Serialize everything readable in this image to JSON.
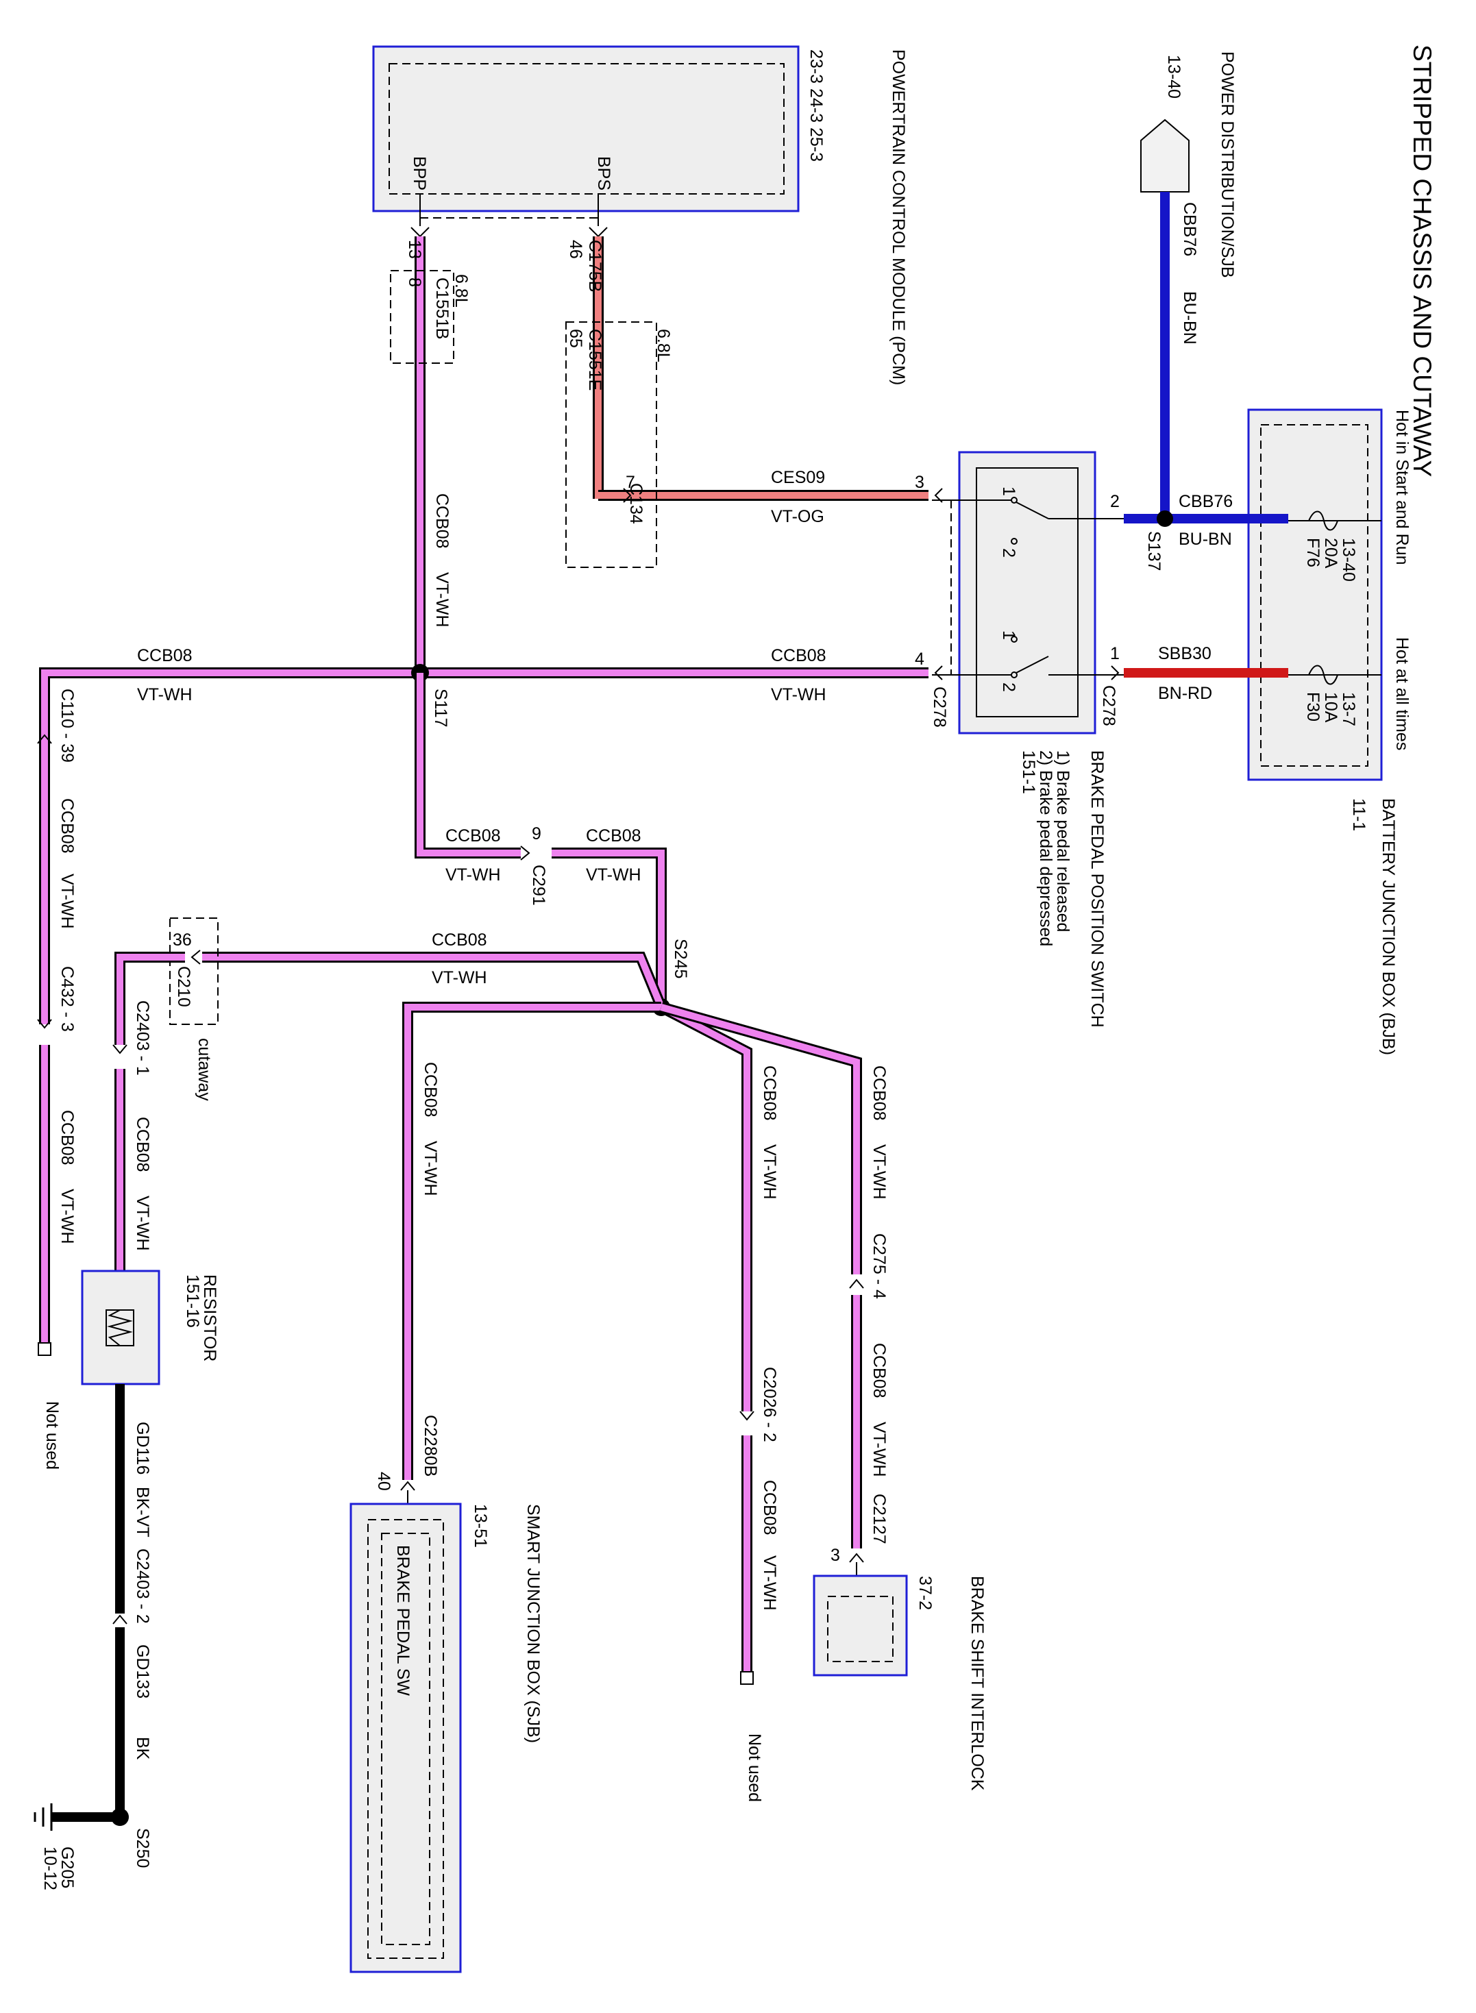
{
  "title": "STRIPPED CHASSIS AND CUTAWAY",
  "components": {
    "pcm": {
      "name": "POWERTRAIN CONTROL MODULE (PCM)",
      "refs": "23-3   24-3   25-3",
      "pin_bpp": "BPP",
      "pin_bps": "BPS"
    },
    "power_dist": {
      "name": "POWER DISTRIBUTION/SJB",
      "ref": "13-40"
    },
    "bjb": {
      "name": "BATTERY JUNCTION BOX (BJB)",
      "ref": "11-1",
      "hot_start_run": "Hot in Start and Run",
      "hot_all": "Hot at all times",
      "f76": "F76",
      "f76_amp": "20A",
      "f76_ref": "13-40",
      "f30": "F30",
      "f30_amp": "10A",
      "f30_ref": "13-7"
    },
    "bpps": {
      "name": "BRAKE PEDAL POSITION SWITCH",
      "note1": "1) Brake pedal released",
      "note2": "2) Brake pedal depressed",
      "ref": "151-1"
    },
    "resistor": {
      "name": "RESISTOR",
      "ref": "151-16"
    },
    "sjb": {
      "name": "SMART JUNCTION BOX (SJB)",
      "ref": "13-51",
      "inner": "BRAKE PEDAL SW"
    },
    "bsi": {
      "name": "BRAKE SHIFT INTERLOCK",
      "ref": "37-2"
    },
    "ground": {
      "name": "G205",
      "ref": "10-12"
    }
  },
  "wires": {
    "ccb08": "CCB08",
    "vtwh": "VT-WH",
    "ces09": "CES09",
    "vtog": "VT-OG",
    "cbb76": "CBB76",
    "bubn": "BU-BN",
    "sbb30": "SBB30",
    "bnrd": "BN-RD",
    "gd116": "GD116",
    "bkvt": "BK-VT",
    "gd133": "GD133",
    "bk": "BK"
  },
  "connectors": {
    "c175b": "C175B",
    "c1551e": "C1551E",
    "c1551b": "C1551B",
    "l68": "6.8L",
    "c134": "C134",
    "c278": "C278",
    "c110": "C110 - 39",
    "c432": "C432 - 3",
    "c291": "C291",
    "c210": "C210",
    "c2403_1": "C2403 - 1",
    "c2403_2": "C2403 - 2",
    "c2280b": "C2280B",
    "c2026": "C2026 - 2",
    "c275": "C275 - 4",
    "c2127": "C2127",
    "cutaway": "cutaway",
    "not_used": "Not used"
  },
  "splices": {
    "s117": "S117",
    "s245": "S245",
    "s137": "S137",
    "s250": "S250"
  },
  "pins": {
    "p13": "13",
    "p8": "8",
    "p46": "46",
    "p65": "65",
    "p7": "7",
    "p1": "1",
    "p2": "2",
    "p3": "3",
    "p4": "4",
    "p9": "9",
    "p36": "36",
    "p40": "40"
  }
}
